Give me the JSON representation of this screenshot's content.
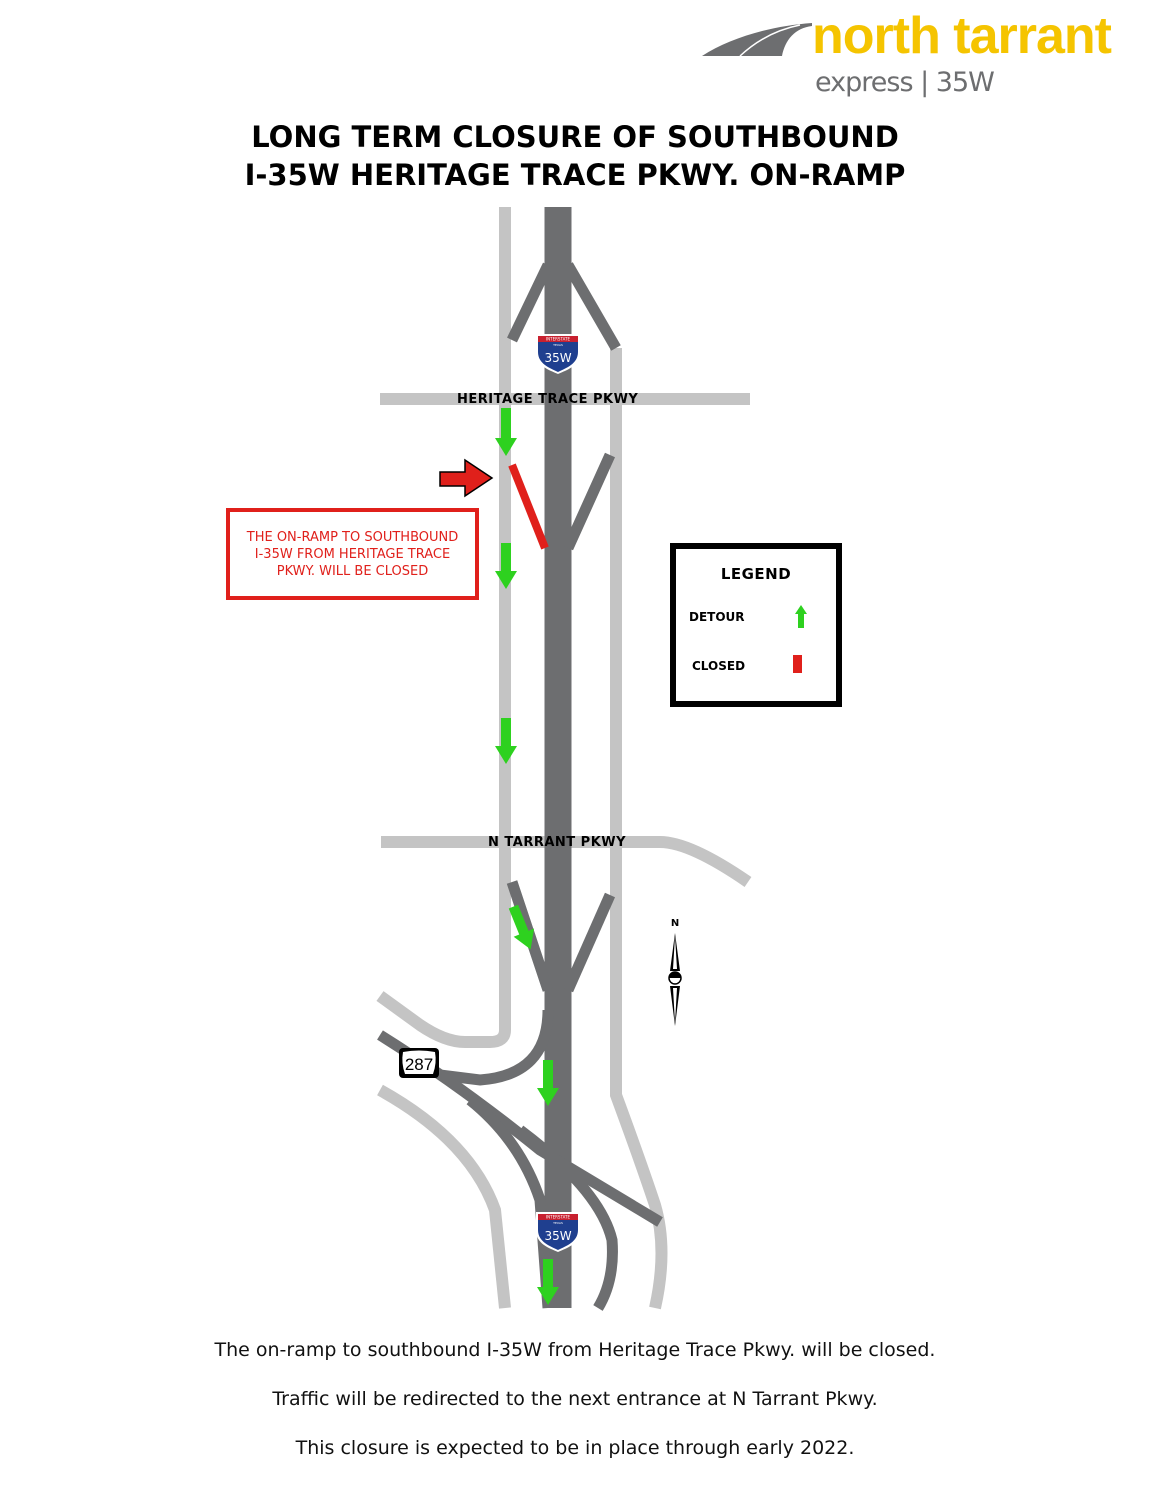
{
  "logo": {
    "brand": "north tarrant",
    "sub": "express | 35W"
  },
  "title": {
    "line1": "LONG TERM CLOSURE OF SOUTHBOUND",
    "line2": "I-35W HERITAGE TRACE PKWY. ON-RAMP"
  },
  "map": {
    "roads": {
      "heritage": "HERITAGE TRACE PKWY",
      "tarrant": "N TARRANT PKWY"
    },
    "shield_interstate": {
      "top": "INTERSTATE",
      "state": "TEXAS",
      "number": "35W"
    },
    "shield_us": "287",
    "north_label": "N",
    "callout": [
      "THE ON-RAMP TO SOUTHBOUND",
      "I-35W FROM HERITAGE TRACE",
      "PKWY. WILL BE CLOSED"
    ],
    "colors": {
      "freeway": "#6d6e70",
      "frontage": "#c4c4c4",
      "detour": "#2ed11f",
      "closed": "#e0201b",
      "brand": "#f5c400"
    }
  },
  "legend": {
    "title": "LEGEND",
    "detour": "DETOUR",
    "closed": "CLOSED"
  },
  "footer": [
    "The on-ramp to southbound I-35W from Heritage Trace Pkwy. will be closed.",
    "Traffic will be redirected to the next entrance at N Tarrant Pkwy.",
    "This closure is expected to be in place through early 2022."
  ]
}
